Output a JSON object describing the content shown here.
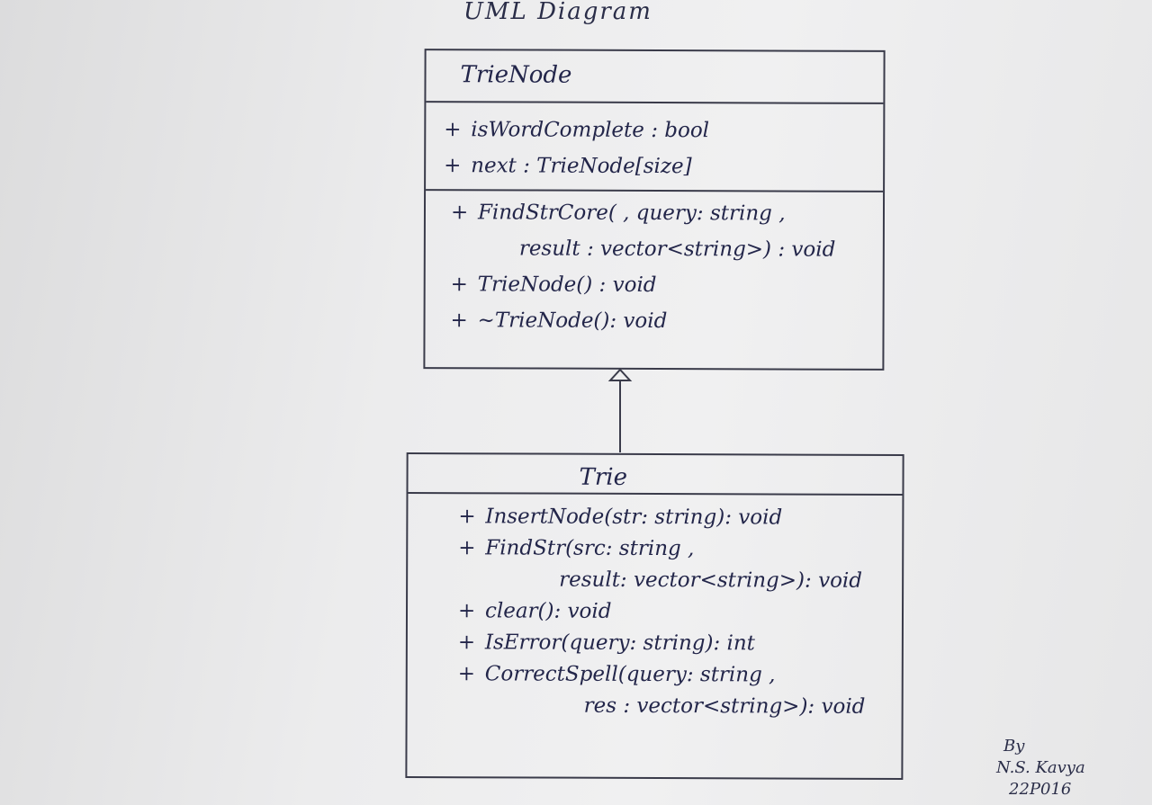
{
  "title": "UML Diagram",
  "classes": {
    "trie_node": {
      "name": "TrieNode",
      "attributes": [
        {
          "visibility": "+",
          "text": "isWordComplete : bool"
        },
        {
          "visibility": "+",
          "text": "next : TrieNode[size]"
        }
      ],
      "methods": [
        {
          "visibility": "+",
          "text": "FindStrCore( , query: string ,",
          "continuation": "result : vector<string>) : void"
        },
        {
          "visibility": "+",
          "text": "TrieNode() : void"
        },
        {
          "visibility": "+",
          "text": "~TrieNode(): void"
        }
      ]
    },
    "trie": {
      "name": "Trie",
      "methods": [
        {
          "visibility": "+",
          "text": "InsertNode(str: string): void"
        },
        {
          "visibility": "+",
          "text": "FindStr(src: string ,",
          "continuation": "result: vector<string>): void"
        },
        {
          "visibility": "+",
          "text": "clear(): void"
        },
        {
          "visibility": "+",
          "text": "IsError(query: string): int"
        },
        {
          "visibility": "+",
          "text": "CorrectSpell(query: string ,",
          "continuation": "res : vector<string>): void"
        }
      ]
    }
  },
  "relationship": {
    "type": "inheritance",
    "from": "Trie",
    "to": "TrieNode"
  },
  "signature": {
    "by": "By",
    "name": "N.S. Kavya",
    "id": "22P016"
  },
  "colors": {
    "ink": "#23264a",
    "line": "#3a3b4a",
    "paper": "#ececed"
  }
}
